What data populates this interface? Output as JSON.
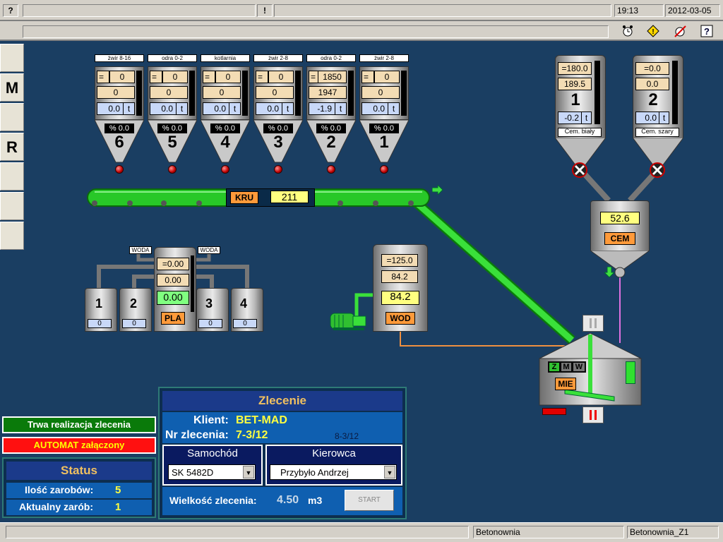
{
  "topbar": {
    "help": "?",
    "alert": "!",
    "time": "19:13",
    "date": "2012-03-05"
  },
  "left_panel": {
    "btn_m": "M",
    "btn_r": "R"
  },
  "aggregate_silos": [
    {
      "name": "żwir 8-16",
      "set": "0",
      "actual": "0",
      "weight": "0.0",
      "unit": "t",
      "pct": "% 0.0",
      "number": "6"
    },
    {
      "name": "odra 0-2",
      "set": "0",
      "actual": "0",
      "weight": "0.0",
      "unit": "t",
      "pct": "% 0.0",
      "number": "5"
    },
    {
      "name": "kotlarnia",
      "set": "0",
      "actual": "0",
      "weight": "0.0",
      "unit": "t",
      "pct": "% 0.0",
      "number": "4"
    },
    {
      "name": "żwir 2-8",
      "set": "0",
      "actual": "0",
      "weight": "0.0",
      "unit": "t",
      "pct": "% 0.0",
      "number": "3"
    },
    {
      "name": "odra 0-2",
      "set": "1850",
      "actual": "1947",
      "weight": "-1.9",
      "unit": "t",
      "pct": "% 0.0",
      "number": "2"
    },
    {
      "name": "żwir 2-8",
      "set": "0",
      "actual": "0",
      "weight": "0.0",
      "unit": "t",
      "pct": "% 0.0",
      "number": "1"
    }
  ],
  "eq": "=",
  "conveyor": {
    "label": "KRU",
    "value": "211"
  },
  "cement_silos": [
    {
      "set": "180.0",
      "actual": "189.5",
      "number": "1",
      "weight": "-0.2",
      "unit": "t",
      "name": "Cem. biały"
    },
    {
      "set": "0.0",
      "actual": "0.0",
      "number": "2",
      "weight": "0.0",
      "unit": "t",
      "name": "Cem. szary"
    }
  ],
  "cem_scale": {
    "value": "52.6",
    "label": "CEM"
  },
  "plasticizer": {
    "woda_left": "WODA",
    "woda_right": "WODA",
    "set": "0.00",
    "actual": "0.00",
    "weight": "0.00",
    "label": "PLA",
    "tanks": [
      {
        "number": "1",
        "value": "0"
      },
      {
        "number": "2",
        "value": "0"
      },
      {
        "number": "3",
        "value": "0"
      },
      {
        "number": "4",
        "value": "0"
      }
    ]
  },
  "water": {
    "set": "125.0",
    "actual": "84.2",
    "weight": "84.2",
    "label": "WOD"
  },
  "mixer": {
    "z": "Z",
    "m": "M",
    "w": "W",
    "label": "MIE"
  },
  "status_msgs": {
    "running": "Trwa realizacja zlecenia",
    "auto": "AUTOMAT załączony"
  },
  "status_panel": {
    "title": "Status",
    "batches_label": "Ilość zarobów:",
    "batches_value": "5",
    "current_label": "Aktualny zarób:",
    "current_value": "1"
  },
  "order": {
    "title": "Zlecenie",
    "client_label": "Klient:",
    "client_value": "BET-MAD",
    "order_no_label": "Nr zlecenia:",
    "order_no_value": "7-3/12",
    "order_alt": "8-3/12",
    "vehicle_title": "Samochód",
    "vehicle_value": "SK 5482D",
    "driver_title": "Kierowca",
    "driver_value": "Przybyło Andrzej",
    "size_label": "Wielkość zlecenia:",
    "size_value": "4.50",
    "size_unit": "m3",
    "start_label": "START"
  },
  "bottom": {
    "center": "Betonownia",
    "right": "Betonownia_Z1"
  },
  "colors": {
    "background": "#1a3e62",
    "conveyor": "#22c822",
    "panel_blue": "#1b3a8a",
    "accent_orange": "#ff9a3a"
  }
}
